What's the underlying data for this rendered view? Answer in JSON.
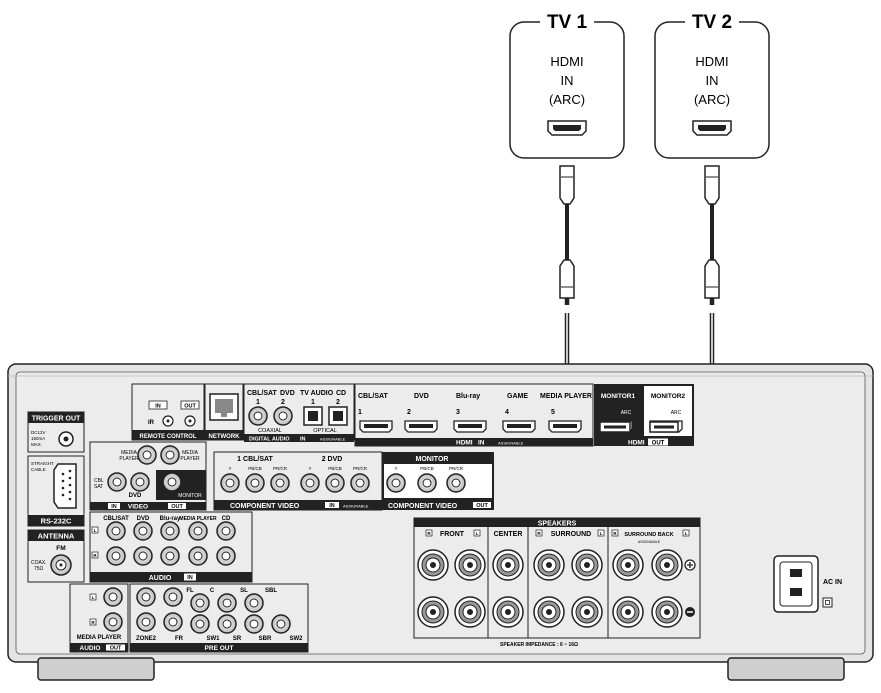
{
  "tv1": {
    "title": "TV 1",
    "line1": "HDMI",
    "line2": "IN",
    "line3": "(ARC)"
  },
  "tv2": {
    "title": "TV 2",
    "line1": "HDMI",
    "line2": "IN",
    "line3": "(ARC)"
  },
  "trigger": {
    "title": "TRIGGER OUT",
    "spec1": "DC12V",
    "spec2": "150mA",
    "spec3": "MAX."
  },
  "rs232": {
    "cable1": "STRAIGHT",
    "cable2": "CABLE",
    "label": "RS-232C"
  },
  "antenna": {
    "title": "ANTENNA",
    "fm": "FM",
    "coax": "COAX.",
    "ohm": "75Ω"
  },
  "remote": {
    "in": "IN",
    "out": "OUT",
    "ir": "IR",
    "label": "REMOTE CONTROL"
  },
  "network": {
    "label": "NETWORK"
  },
  "digital": {
    "cblsat": "CBL/SAT",
    "dvd": "DVD",
    "tvaudio": "TV AUDIO",
    "cd": "CD",
    "n1": "1",
    "n2": "2",
    "on1": "1",
    "on2": "2",
    "coaxial": "COAXIAL",
    "optical": "OPTICAL",
    "label": "DIGITAL AUDIO",
    "in": "IN",
    "assignable": "ASSIGNABLE"
  },
  "hdmi": {
    "inputs": [
      {
        "name": "CBL/SAT",
        "num": "1"
      },
      {
        "name": "DVD",
        "num": "2"
      },
      {
        "name": "Blu-ray",
        "num": "3"
      },
      {
        "name": "GAME",
        "num": "4"
      },
      {
        "name": "MEDIA PLAYER",
        "num": "5"
      }
    ],
    "in_label": "HDMI",
    "in_tag": "IN",
    "assignable": "ASSIGNABLE",
    "monitor1": "MONITOR1",
    "monitor2": "MONITOR2",
    "arc1": "ARC",
    "arc2": "ARC",
    "out_label": "HDMI",
    "out_tag": "OUT"
  },
  "video": {
    "media": "MEDIA",
    "player": "PLAYER",
    "media2": "MEDIA",
    "player2": "PLAYER",
    "cbl": "CBL",
    "sat": "SAT",
    "dvd": "DVD",
    "monitor": "MONITOR",
    "in": "IN",
    "label": "VIDEO",
    "out": "OUT"
  },
  "component": {
    "in1": "1 CBL/SAT",
    "in2": "2 DVD",
    "y": "Y",
    "pb": "PB/CB",
    "pr": "PR/CR",
    "y2": "Y",
    "pb2": "PB/CB",
    "pr2": "PR/CR",
    "label": "COMPONENT VIDEO",
    "in": "IN",
    "assignable": "ASSIGNABLE",
    "monitor": "MONITOR",
    "y3": "Y",
    "pb3": "PB/CB",
    "pr3": "PR/CR",
    "out_label": "COMPONENT VIDEO",
    "out": "OUT"
  },
  "audio_in": {
    "cols": [
      "CBL/SAT",
      "DVD",
      "Blu-ray",
      "MEDIA PLAYER",
      "CD"
    ],
    "l": "L",
    "r": "R",
    "label": "AUDIO",
    "in": "IN"
  },
  "audio_out": {
    "l": "L",
    "r": "R",
    "media": "MEDIA PLAYER",
    "label": "AUDIO",
    "out": "OUT"
  },
  "preout": {
    "zone2": "ZONE2",
    "fl": "FL",
    "c": "C",
    "sl": "SL",
    "sbl": "SBL",
    "fr": "FR",
    "sw1": "SW1",
    "sr": "SR",
    "sbr": "SBR",
    "sw2": "SW2",
    "label": "PRE OUT"
  },
  "speakers": {
    "title": "SPEAKERS",
    "front": "FRONT",
    "center": "CENTER",
    "surround": "SURROUND",
    "sback": "SURROUND BACK",
    "assignable": "ASSIGNABLE",
    "r": "R",
    "l": "L",
    "r2": "R",
    "l2": "L",
    "r3": "R",
    "l3": "L",
    "impedance": "SPEAKER IMPEDANCE : 6 ~ 16Ω"
  },
  "ac": {
    "label": "AC IN"
  }
}
